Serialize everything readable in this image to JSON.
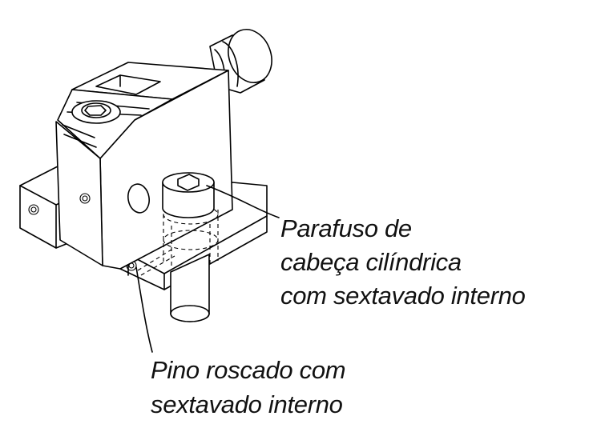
{
  "labels": {
    "screw": {
      "line1": "Parafuso de",
      "line2": "cabeça cilíndrica",
      "line3": "com sextavado interno"
    },
    "pin": {
      "line1": "Pino roscado com",
      "line2": "sextavado interno"
    }
  },
  "colors": {
    "line": "#000000",
    "background": "#ffffff"
  }
}
